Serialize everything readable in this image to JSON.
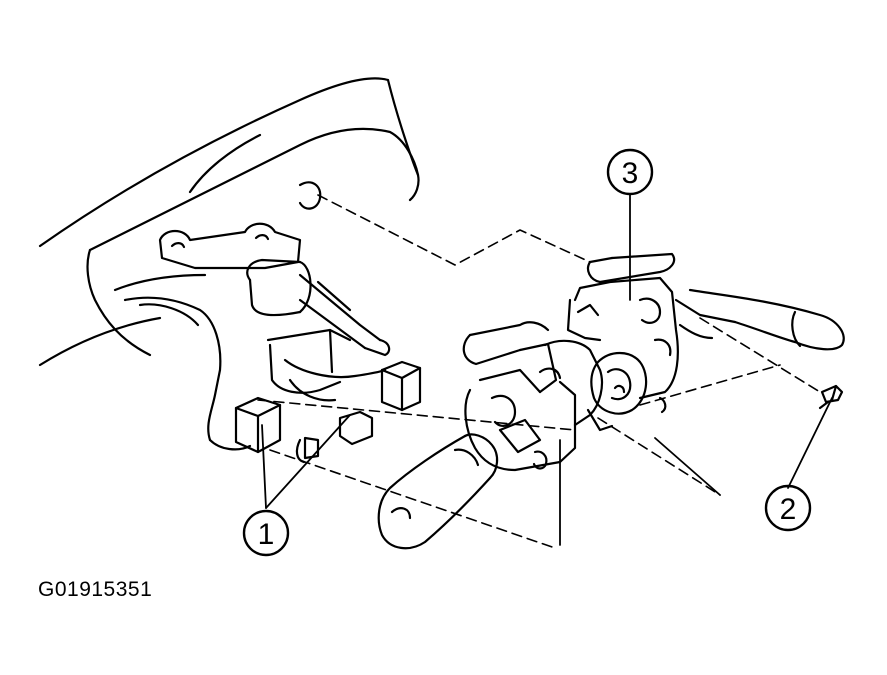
{
  "figure_code": "G01915351",
  "callouts": [
    {
      "label": "1"
    },
    {
      "label": "2"
    },
    {
      "label": "3"
    }
  ],
  "colors": {
    "ink": "#000000",
    "paper": "#ffffff"
  }
}
